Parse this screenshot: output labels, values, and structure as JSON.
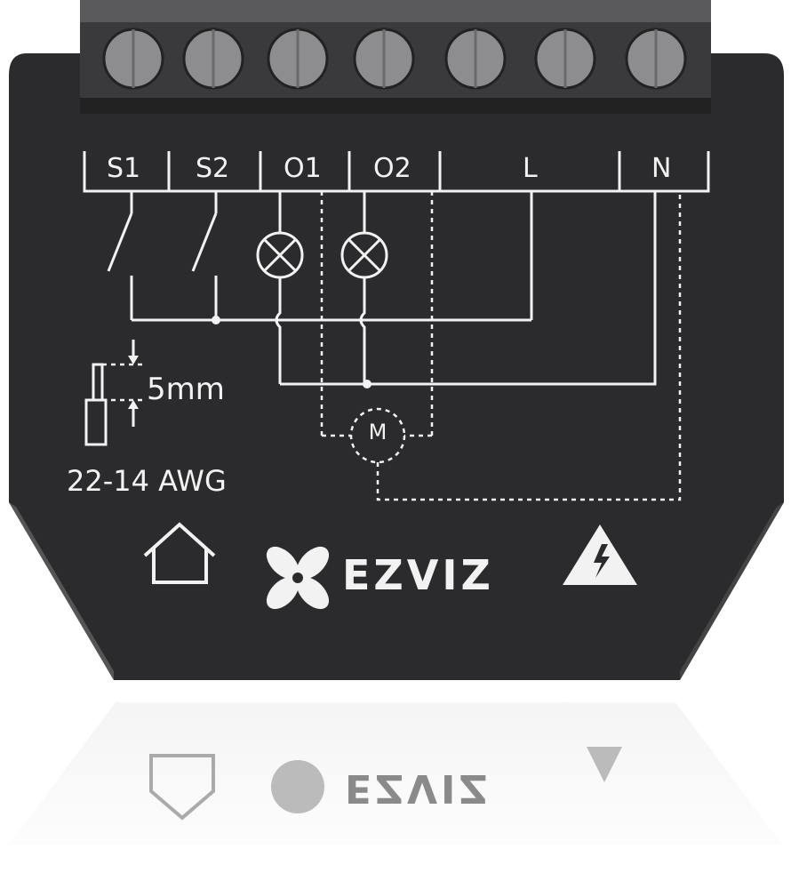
{
  "product": {
    "brand": "EZVIZ",
    "terminals": [
      "S1",
      "S2",
      "O1",
      "O2",
      "L",
      "N"
    ],
    "wire_strip_length": "5mm",
    "wire_gauge": "22-14 AWG",
    "motor_label": "M",
    "icons": [
      "house-icon",
      "ezviz-logo-icon",
      "high-voltage-warning-icon"
    ],
    "colors": {
      "body": "#2b2b2d",
      "terminal_block": "#3a3a3c",
      "screw": "#8d8d8f",
      "marking": "#f2f2f2"
    }
  }
}
